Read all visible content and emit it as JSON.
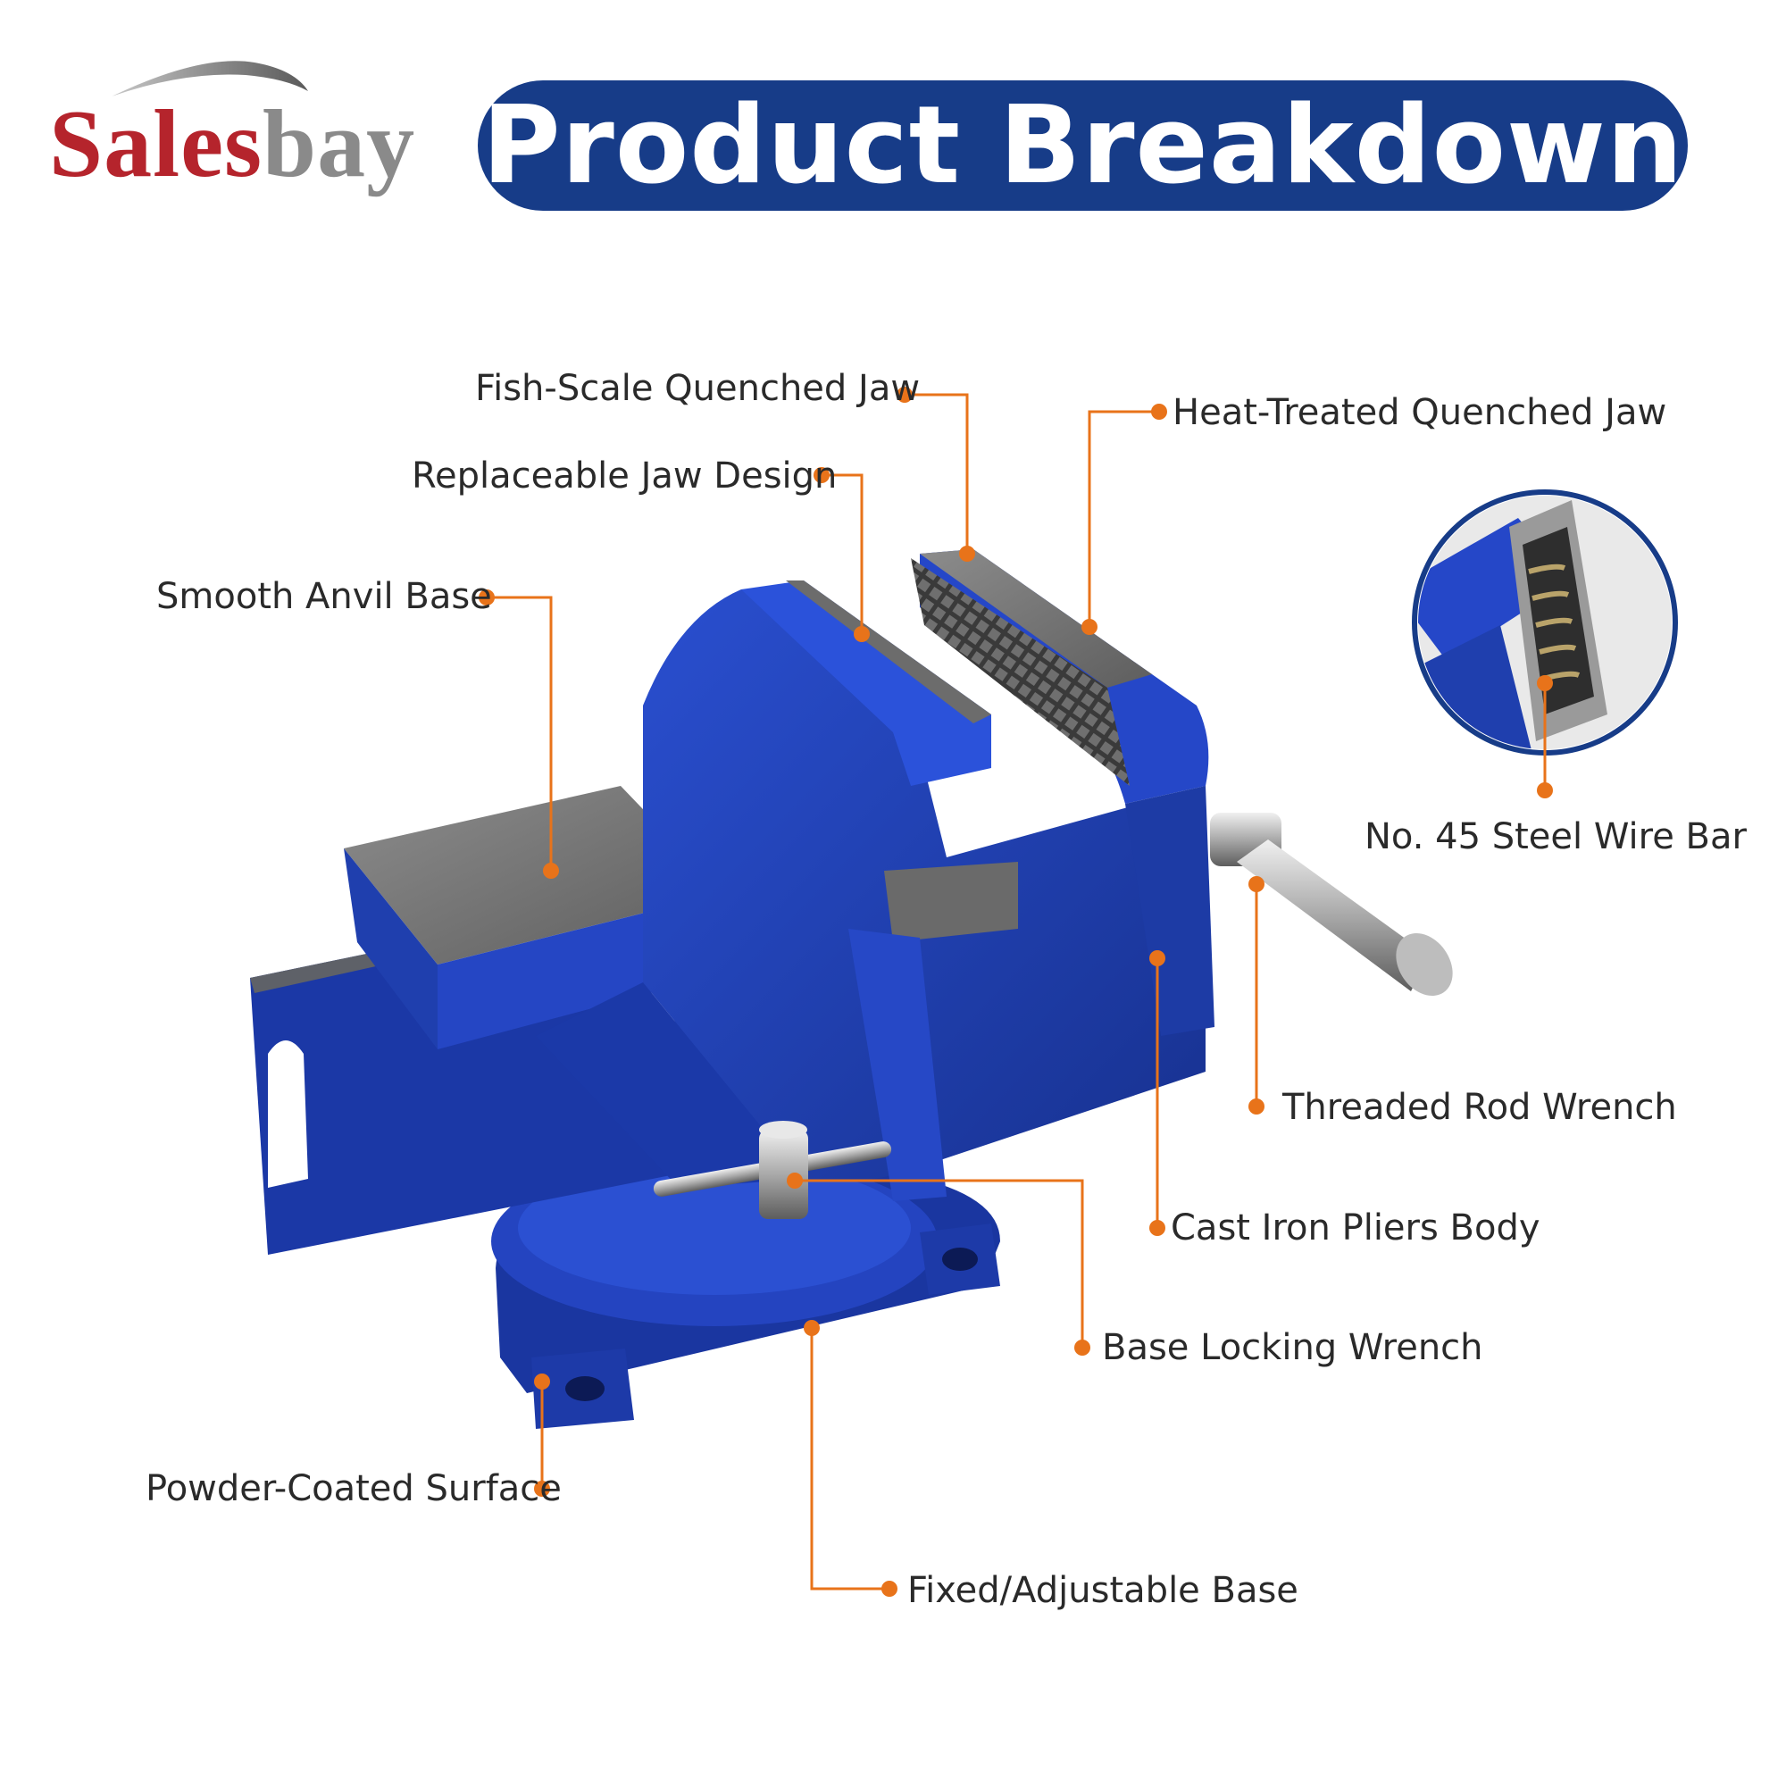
{
  "brand": {
    "name_part1": "Sales",
    "name_part2": "bay"
  },
  "title": "Product Breakdown",
  "colors": {
    "brand_red": "#b5242c",
    "brand_gray": "#8a8a8a",
    "title_pill": "#173c88",
    "callout": "#e8731a",
    "vise_blue": "#1f3fae",
    "steel": "#7b7b7b"
  },
  "callouts": {
    "fish_scale_jaw": "Fish-Scale Quenched Jaw",
    "heat_treated_jaw": "Heat-Treated Quenched Jaw",
    "replaceable_jaw": "Replaceable Jaw Design",
    "smooth_anvil": "Smooth Anvil Base",
    "steel_wire_bar": "No. 45 Steel Wire Bar",
    "threaded_rod_wrench": "Threaded Rod Wrench",
    "cast_iron_body": "Cast Iron Pliers Body",
    "base_locking_wrench": "Base Locking Wrench",
    "powder_coated": "Powder-Coated Surface",
    "fixed_adjustable_base": "Fixed/Adjustable Base"
  }
}
